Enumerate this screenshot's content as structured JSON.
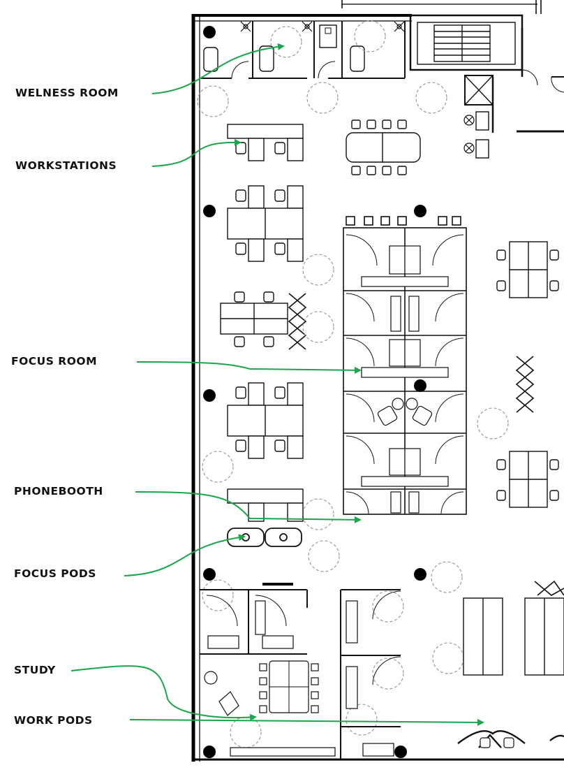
{
  "labels": {
    "wellness_room": "WELNESS ROOM",
    "workstations": "WORKSTATIONS",
    "focus_room": "FOCUS ROOM",
    "phonebooth": "PHONEBOOTH",
    "focus_pods": "FOCUS PODS",
    "study": "STUDY",
    "work_pods": "WORK PODS"
  },
  "colors": {
    "arrow": "#1aa64a",
    "wall": "#000000",
    "line": "#222222",
    "clearance": "#9a9a9a"
  }
}
